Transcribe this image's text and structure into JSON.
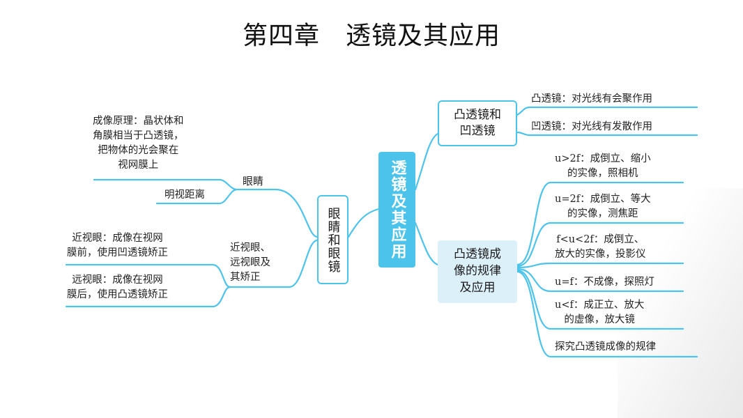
{
  "title": "第四章　透镜及其应用",
  "center": "透镜及其应用",
  "left_branch": {
    "label": "眼睛和眼镜",
    "eye": {
      "label": "眼睛",
      "principle": [
        "成像原理：晶状体和",
        "角膜相当于凸透镜，",
        "把物体的光会聚在",
        "视网膜上"
      ],
      "distance": "明视距离"
    },
    "correction": {
      "label": [
        "近视眼、",
        "远视眼及",
        "其矫正"
      ],
      "myopia": [
        "近视眼：成像在视网",
        "膜前，使用凹透镜矫正"
      ],
      "hyperopia": [
        "远视眼：成像在视网",
        "膜后，使用凸透镜矫正"
      ]
    }
  },
  "right_branch": {
    "lens": {
      "label": [
        "凸透镜和",
        "凹透镜"
      ],
      "convex": "凸透镜：对光线有会聚作用",
      "concave": "凹透镜：对光线有发散作用"
    },
    "imaging": {
      "label": [
        "凸透镜成",
        "像的规律",
        "及应用"
      ],
      "rules": [
        [
          "u>2f：成倒立、缩小",
          "的实像，照相机"
        ],
        [
          "u=2f：成倒立、等大",
          "的实像，测焦距"
        ],
        [
          "f<u<2f：成倒立、",
          "放大的实像，投影仪"
        ],
        [
          "u=f：不成像，探照灯"
        ],
        [
          "u<f：成正立、放大",
          "的虚像，放大镜"
        ],
        [
          "探究凸透镜成像的规律"
        ]
      ]
    }
  },
  "colors": {
    "accent": "#4cc3ea",
    "light": "#dcf0fa"
  }
}
